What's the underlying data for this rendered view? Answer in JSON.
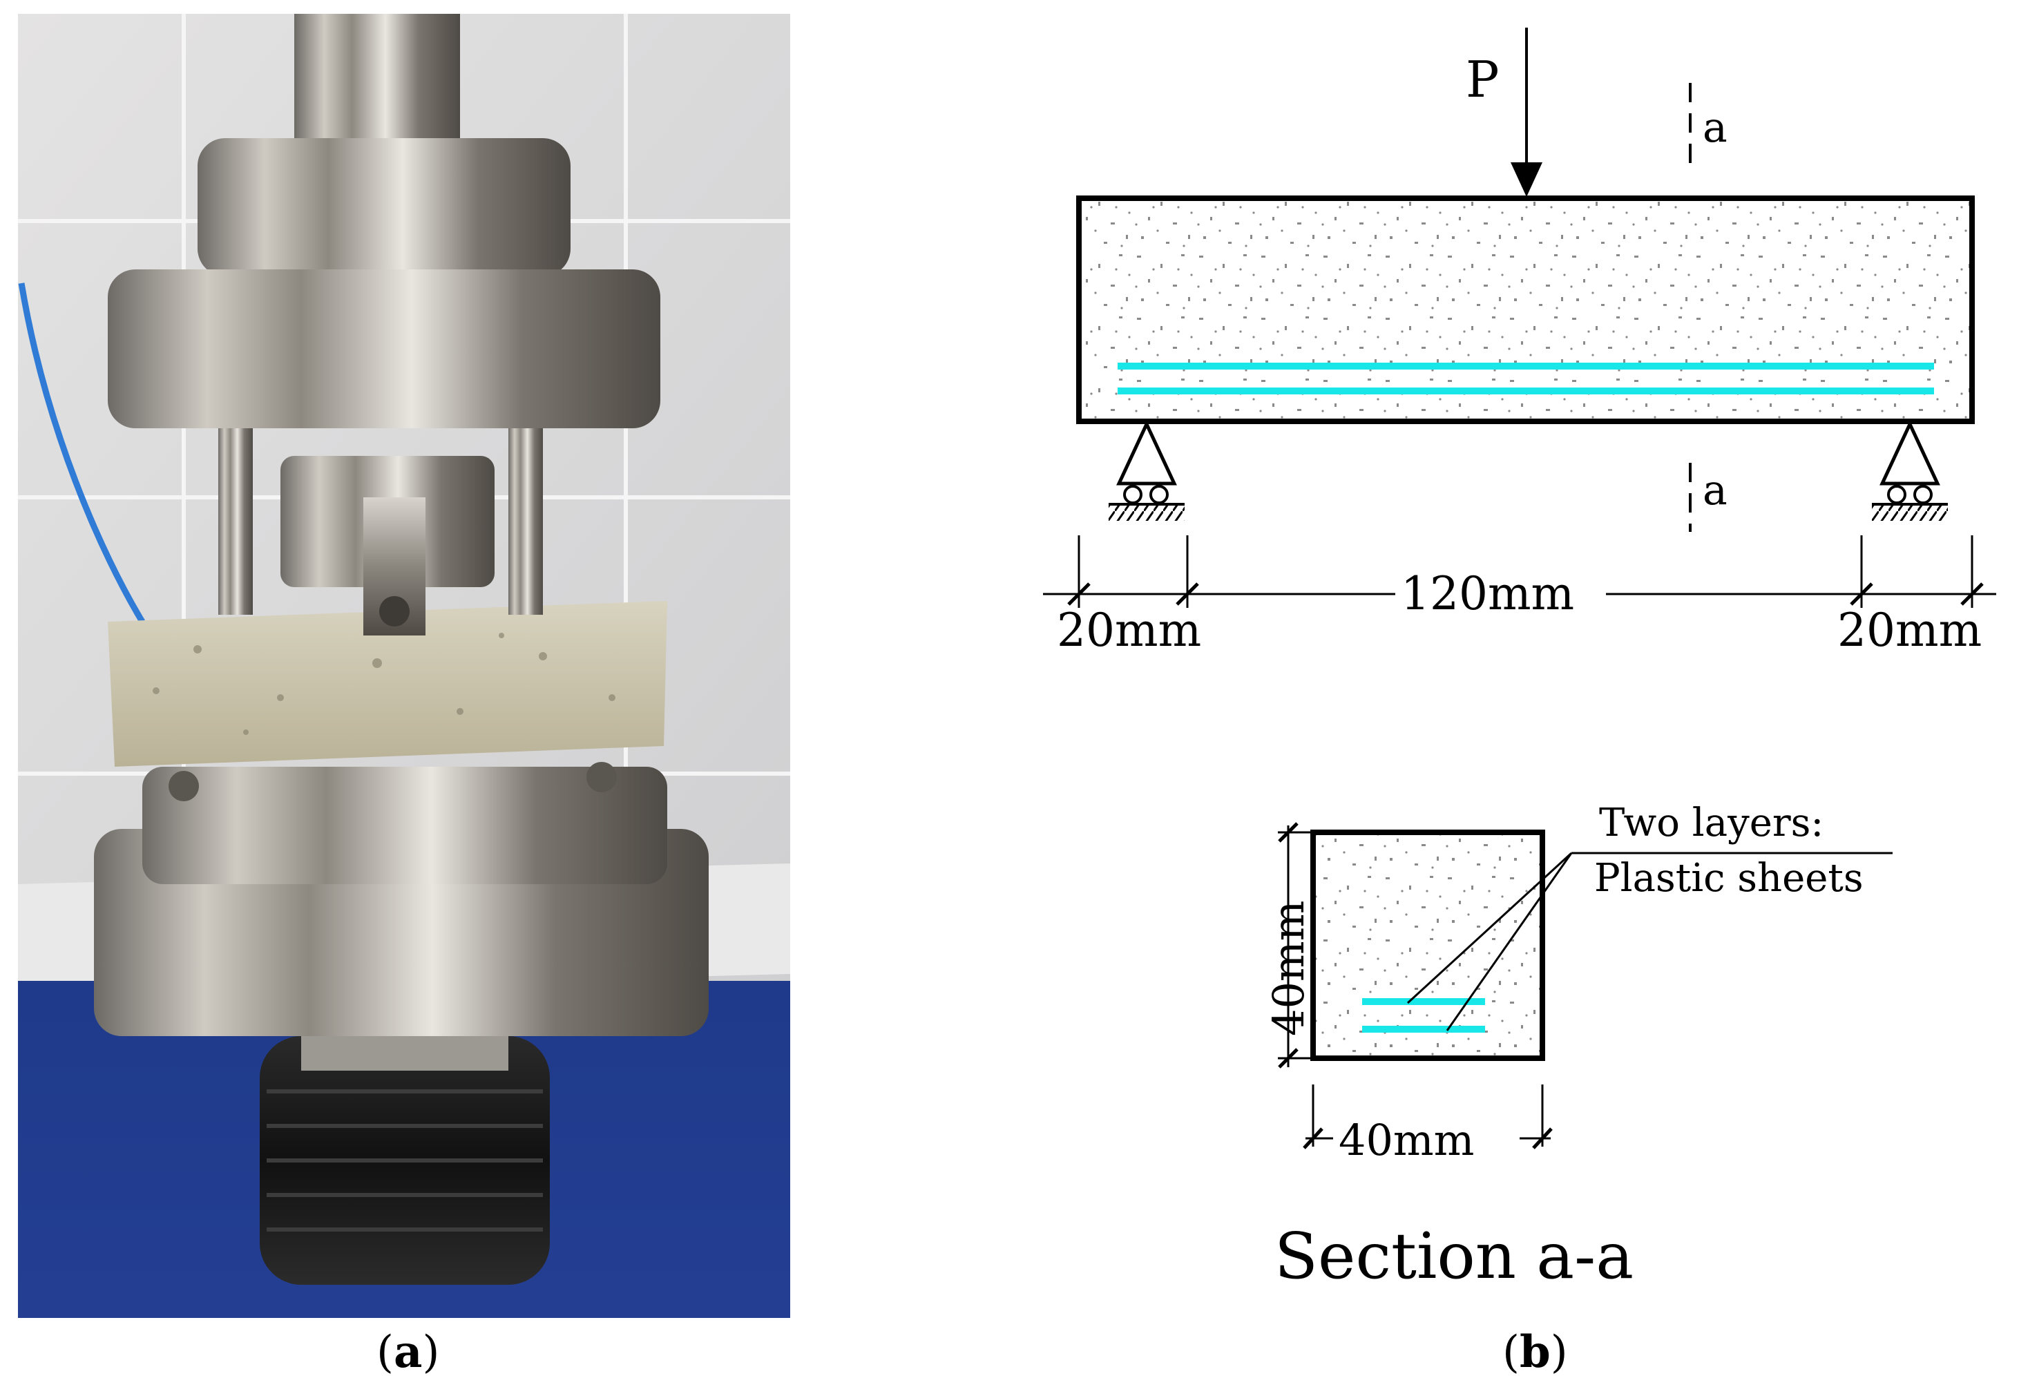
{
  "panels": {
    "a": {
      "letter": "a"
    },
    "b": {
      "letter": "b"
    }
  },
  "diagram": {
    "load_label": "P",
    "section_mark_top": "a",
    "section_mark_bottom": "a",
    "dim_left": "20mm",
    "dim_span": "120mm",
    "dim_right": "20mm",
    "section_height": "40mm",
    "section_width": "40mm",
    "annotation_line1": "Two layers:",
    "annotation_line2": "Plastic sheets",
    "section_title": "Section a-a"
  },
  "colors": {
    "plastic_sheet": "#19e6e6",
    "concrete_speckle": "#8a8a8a",
    "outline": "#000000"
  }
}
